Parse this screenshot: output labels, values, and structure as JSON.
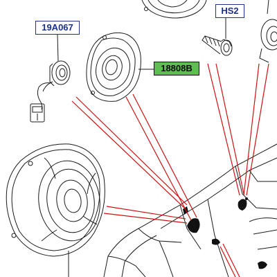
{
  "diagram": {
    "labels": {
      "connector_part": "19A067",
      "screw_part": "HS2",
      "speaker_part": "18808B"
    },
    "colors": {
      "leader_line": "#d01010",
      "drawing_stroke": "#1a1a1a",
      "label_border_blue": "#1a2f8f",
      "label_fill_green": "#5cbf4f"
    }
  }
}
